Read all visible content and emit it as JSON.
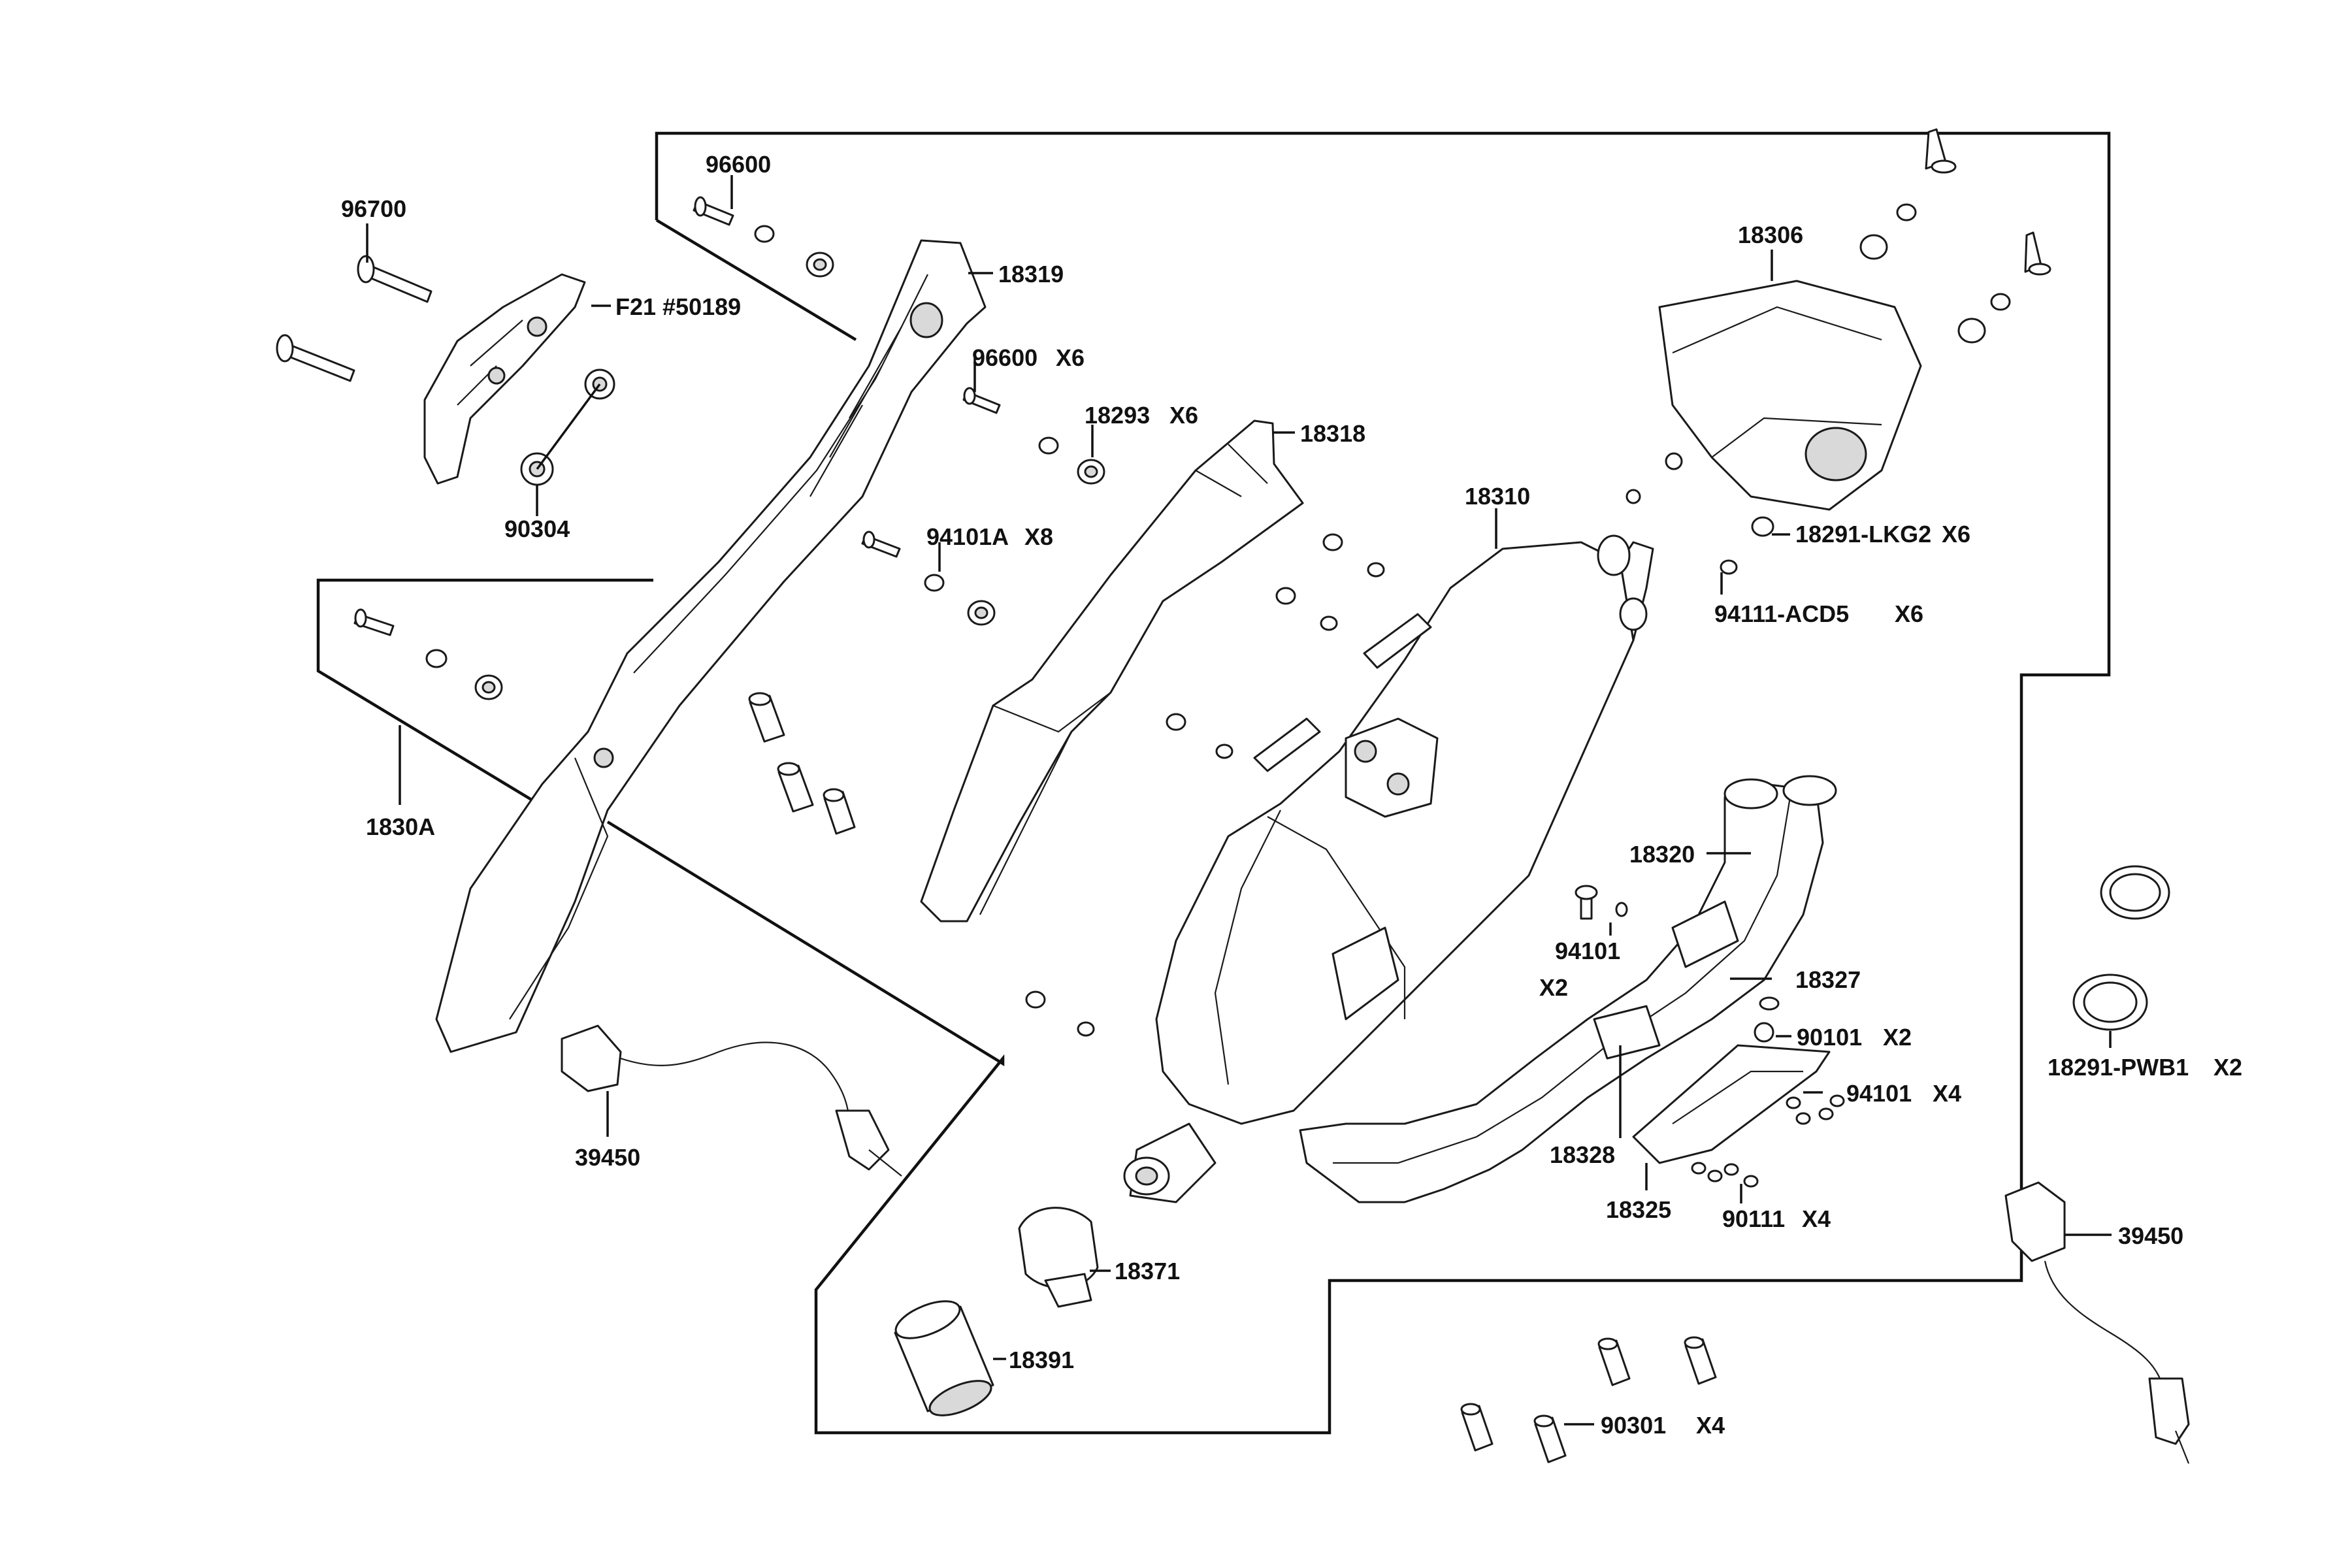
{
  "parts": [
    {
      "id": "p-96600-top",
      "number": "96600"
    },
    {
      "id": "p-96700",
      "number": "96700"
    },
    {
      "id": "p-18319",
      "number": "18319"
    },
    {
      "id": "p-f21",
      "number": "F21 #50189"
    },
    {
      "id": "p-96600-x6",
      "number": "96600",
      "qty": "X6"
    },
    {
      "id": "p-18293",
      "number": "18293",
      "qty": "X6"
    },
    {
      "id": "p-18318",
      "number": "18318"
    },
    {
      "id": "p-90304",
      "number": "90304"
    },
    {
      "id": "p-94101a",
      "number": "94101A",
      "qty": "X8"
    },
    {
      "id": "p-18306",
      "number": "18306"
    },
    {
      "id": "p-18310",
      "number": "18310"
    },
    {
      "id": "p-18291-lkg2",
      "number": "18291-LKG2",
      "qty": "X6"
    },
    {
      "id": "p-94111",
      "number": "94111-ACD5",
      "qty": "X6"
    },
    {
      "id": "p-1830a",
      "number": "1830A"
    },
    {
      "id": "p-18320",
      "number": "18320"
    },
    {
      "id": "p-94101-x2",
      "number": "94101",
      "qty": "X2"
    },
    {
      "id": "p-18327",
      "number": "18327"
    },
    {
      "id": "p-90101",
      "number": "90101",
      "qty": "X2"
    },
    {
      "id": "p-94101-x4",
      "number": "94101",
      "qty": "X4"
    },
    {
      "id": "p-18328",
      "number": "18328"
    },
    {
      "id": "p-18325",
      "number": "18325"
    },
    {
      "id": "p-90111",
      "number": "90111",
      "qty": "X4"
    },
    {
      "id": "p-39450-left",
      "number": "39450"
    },
    {
      "id": "p-39450-right",
      "number": "39450"
    },
    {
      "id": "p-18291-pwb1",
      "number": "18291-PWB1",
      "qty": "X2"
    },
    {
      "id": "p-18371",
      "number": "18371"
    },
    {
      "id": "p-18391",
      "number": "18391"
    },
    {
      "id": "p-90301",
      "number": "90301",
      "qty": "X4"
    }
  ]
}
